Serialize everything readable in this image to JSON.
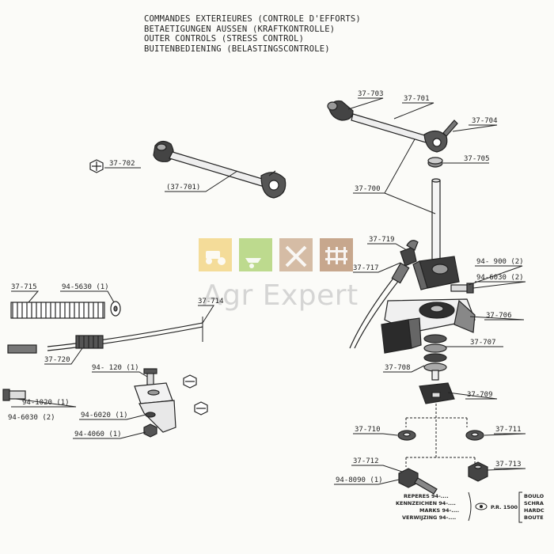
{
  "title_lines": [
    "COMMANDES EXTERIEURES (CONTROLE D'EFFORTS)",
    "BETAETIGUNGEN AUSSEN (KRAFTKONTROLLE)",
    "OUTER CONTROLS (STRESS CONTROL)",
    "BUITENBEDIENING (BELASTINGSCONTROLE)"
  ],
  "part_labels": {
    "p37_703": "37-703",
    "p37_701_top": "37-701",
    "p37_704": "37-704",
    "p37_705": "37-705",
    "p37_700": "37-700",
    "p37_702": "37-702",
    "p37_701_left": "(37-701)",
    "p37_719": "37-719",
    "p37_717": "37-717",
    "p94_900": "94- 900 (2)",
    "p94_6030_right": "94-6030 (2)",
    "p37_706": "37-706",
    "p37_707": "37-707",
    "p37_708": "37-708",
    "p37_709": "37-709",
    "p37_710": "37-710",
    "p37_711": "37-711",
    "p37_712": "37-712",
    "p37_713": "37-713",
    "p94_8090": "94-8090 (1)",
    "p37_715": "37-715",
    "p94_5630": "94-5630 (1)",
    "p37_714": "37-714",
    "p37_720": "37-720",
    "p94_120": "94- 120 (1)",
    "p94_1020": "94-1020 (1)",
    "p94_6030_left": "94-6030 (2)",
    "p94_6020": "94-6020 (1)",
    "p94_4060": "94-4060 (1)"
  },
  "legend": {
    "lines": [
      "REPERES 94-....",
      "KENNZEICHEN 94-....",
      "MARKS 94-....",
      "VERWIJZING 94-...."
    ],
    "pr_label": "P.R. 1500",
    "right_lines": [
      "BOULO",
      "SCHRA",
      "HARDC",
      "BOUTE"
    ]
  },
  "watermark": {
    "text": "Agr Expert",
    "tile_colors": [
      "#f2d27a",
      "#a9cf6b",
      "#c9a88a",
      "#b68b6a"
    ]
  }
}
